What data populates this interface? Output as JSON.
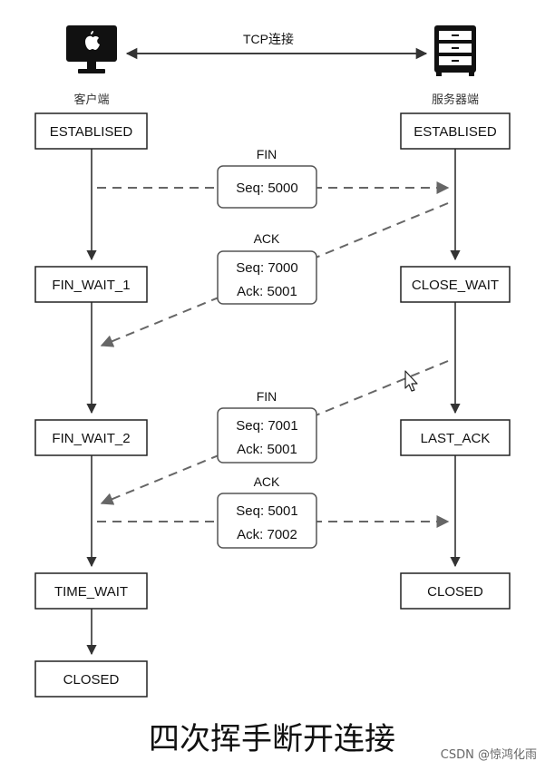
{
  "connection_label": "TCP连接",
  "client": {
    "label": "客户端",
    "icon": "computer-icon"
  },
  "server": {
    "label": "服务器端",
    "icon": "server-icon"
  },
  "client_states": [
    "ESTABLISED",
    "FIN_WAIT_1",
    "FIN_WAIT_2",
    "TIME_WAIT",
    "CLOSED"
  ],
  "server_states": [
    "ESTABLISED",
    "CLOSE_WAIT",
    "LAST_ACK",
    "CLOSED"
  ],
  "messages": [
    {
      "type": "FIN",
      "lines": [
        "Seq: 5000"
      ]
    },
    {
      "type": "ACK",
      "lines": [
        "Seq: 7000",
        "Ack: 5001"
      ]
    },
    {
      "type": "FIN",
      "lines": [
        "Seq: 7001",
        "Ack: 5001"
      ]
    },
    {
      "type": "ACK",
      "lines": [
        "Seq: 5001",
        "Ack: 7002"
      ]
    }
  ],
  "title": "四次挥手断开连接",
  "watermark": "CSDN @惊鸿化雨"
}
